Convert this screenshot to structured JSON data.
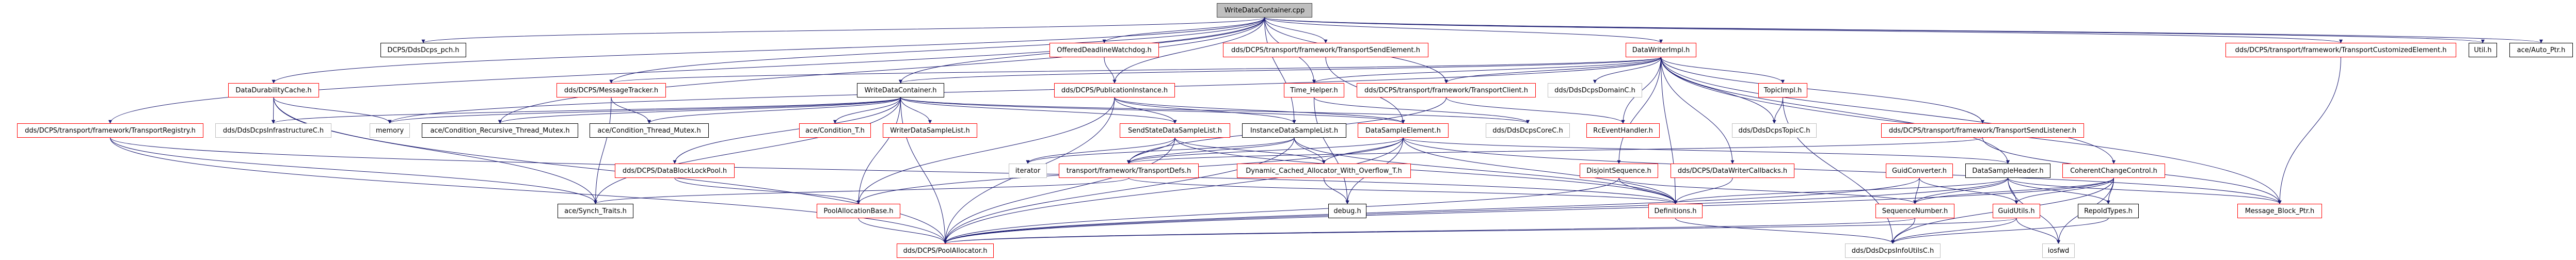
{
  "title": "WriteDataContainer.cpp include dependency graph",
  "colors": {
    "edge": "#191970",
    "red_border": "#ff0000",
    "grey_border": "#bfbfbf",
    "black_border": "#000000",
    "root_fill": "#bfbfbf"
  },
  "nodes": [
    {
      "id": "root",
      "label": "WriteDataContainer.cpp",
      "style": "root"
    },
    {
      "id": "pch",
      "label": "DCPS/DdsDcps_pch.h",
      "style": "black"
    },
    {
      "id": "odw",
      "label": "OfferedDeadlineWatchdog.h",
      "style": "red"
    },
    {
      "id": "tse",
      "label": "dds/DCPS/transport/framework/TransportSendElement.h",
      "style": "red"
    },
    {
      "id": "dwi",
      "label": "DataWriterImpl.h",
      "style": "red"
    },
    {
      "id": "tce",
      "label": "dds/DCPS/transport/framework/TransportCustomizedElement.h",
      "style": "red"
    },
    {
      "id": "util",
      "label": "Util.h",
      "style": "black"
    },
    {
      "id": "autoptr",
      "label": "ace/Auto_Ptr.h",
      "style": "black"
    },
    {
      "id": "ddc",
      "label": "DataDurabilityCache.h",
      "style": "red"
    },
    {
      "id": "mt",
      "label": "dds/DCPS/MessageTracker.h",
      "style": "red"
    },
    {
      "id": "wdch",
      "label": "WriteDataContainer.h",
      "style": "black"
    },
    {
      "id": "pi",
      "label": "dds/DCPS/PublicationInstance.h",
      "style": "red"
    },
    {
      "id": "th",
      "label": "Time_Helper.h",
      "style": "red"
    },
    {
      "id": "tc",
      "label": "dds/DCPS/transport/framework/TransportClient.h",
      "style": "red"
    },
    {
      "id": "domc",
      "label": "dds/DdsDcpsDomainC.h",
      "style": "grey"
    },
    {
      "id": "ti",
      "label": "TopicImpl.h",
      "style": "red"
    },
    {
      "id": "treg",
      "label": "dds/DCPS/transport/framework/TransportRegistry.h",
      "style": "red"
    },
    {
      "id": "infc",
      "label": "dds/DdsDcpsInfrastructureC.h",
      "style": "grey"
    },
    {
      "id": "mem",
      "label": "memory",
      "style": "grey"
    },
    {
      "id": "crtm",
      "label": "ace/Condition_Recursive_Thread_Mutex.h",
      "style": "black"
    },
    {
      "id": "ctm",
      "label": "ace/Condition_Thread_Mutex.h",
      "style": "black"
    },
    {
      "id": "ct",
      "label": "ace/Condition_T.h",
      "style": "red"
    },
    {
      "id": "wdsl",
      "label": "WriterDataSampleList.h",
      "style": "red"
    },
    {
      "id": "ssdsl",
      "label": "SendStateDataSampleList.h",
      "style": "red"
    },
    {
      "id": "idsl",
      "label": "InstanceDataSampleList.h",
      "style": "black"
    },
    {
      "id": "dse",
      "label": "DataSampleElement.h",
      "style": "red"
    },
    {
      "id": "corec",
      "label": "dds/DdsDcpsCoreC.h",
      "style": "grey"
    },
    {
      "id": "rceh",
      "label": "RcEventHandler.h",
      "style": "red"
    },
    {
      "id": "topicc",
      "label": "dds/DdsDcpsTopicC.h",
      "style": "grey"
    },
    {
      "id": "tsl",
      "label": "dds/DCPS/transport/framework/TransportSendListener.h",
      "style": "red"
    },
    {
      "id": "dblp",
      "label": "dds/DCPS/DataBlockLockPool.h",
      "style": "red"
    },
    {
      "id": "iter",
      "label": "iterator",
      "style": "grey"
    },
    {
      "id": "tdefs",
      "label": "transport/framework/TransportDefs.h",
      "style": "red"
    },
    {
      "id": "dcao",
      "label": "Dynamic_Cached_Allocator_With_Overflow_T.h",
      "style": "red"
    },
    {
      "id": "djs",
      "label": "DisjointSequence.h",
      "style": "red"
    },
    {
      "id": "dwcb",
      "label": "dds/DCPS/DataWriterCallbacks.h",
      "style": "red"
    },
    {
      "id": "gconv",
      "label": "GuidConverter.h",
      "style": "red"
    },
    {
      "id": "dsh",
      "label": "DataSampleHeader.h",
      "style": "black"
    },
    {
      "id": "ccc",
      "label": "CoherentChangeControl.h",
      "style": "red"
    },
    {
      "id": "synch",
      "label": "ace/Synch_Traits.h",
      "style": "black"
    },
    {
      "id": "pab",
      "label": "PoolAllocationBase.h",
      "style": "red"
    },
    {
      "id": "debug",
      "label": "debug.h",
      "style": "black"
    },
    {
      "id": "defs",
      "label": "Definitions.h",
      "style": "red"
    },
    {
      "id": "seqn",
      "label": "SequenceNumber.h",
      "style": "red"
    },
    {
      "id": "gutils",
      "label": "GuidUtils.h",
      "style": "red"
    },
    {
      "id": "rit",
      "label": "RepoIdTypes.h",
      "style": "black"
    },
    {
      "id": "mbp",
      "label": "Message_Block_Ptr.h",
      "style": "red"
    },
    {
      "id": "pa",
      "label": "dds/DCPS/PoolAllocator.h",
      "style": "red"
    },
    {
      "id": "infou",
      "label": "dds/DdsDcpsInfoUtilsC.h",
      "style": "grey"
    },
    {
      "id": "iosfwd",
      "label": "iosfwd",
      "style": "grey"
    }
  ],
  "edges": [
    [
      "root",
      "pch"
    ],
    [
      "root",
      "odw"
    ],
    [
      "root",
      "tse"
    ],
    [
      "root",
      "dwi"
    ],
    [
      "root",
      "tce"
    ],
    [
      "root",
      "util"
    ],
    [
      "root",
      "autoptr"
    ],
    [
      "root",
      "ddc"
    ],
    [
      "root",
      "mt"
    ],
    [
      "root",
      "wdch"
    ],
    [
      "root",
      "pi"
    ],
    [
      "root",
      "th"
    ],
    [
      "root",
      "treg"
    ],
    [
      "root",
      "crtm"
    ],
    [
      "root",
      "idsl"
    ],
    [
      "root",
      "tc"
    ],
    [
      "odw",
      "pi"
    ],
    [
      "tse",
      "dse"
    ],
    [
      "dwi",
      "tc"
    ],
    [
      "dwi",
      "domc"
    ],
    [
      "dwi",
      "ti"
    ],
    [
      "dwi",
      "rceh"
    ],
    [
      "dwi",
      "topicc"
    ],
    [
      "dwi",
      "tsl"
    ],
    [
      "dwi",
      "dwcb"
    ],
    [
      "dwi",
      "mt"
    ],
    [
      "dwi",
      "wdch"
    ],
    [
      "dwi",
      "th"
    ],
    [
      "dwi",
      "defs"
    ],
    [
      "dwi",
      "dsh"
    ],
    [
      "dwi",
      "ccc"
    ],
    [
      "dwi",
      "mbp"
    ],
    [
      "dwi",
      "djs"
    ],
    [
      "dwi",
      "mem"
    ],
    [
      "tce",
      "mbp"
    ],
    [
      "ddc",
      "infc"
    ],
    [
      "ddc",
      "mem"
    ],
    [
      "ddc",
      "synch"
    ],
    [
      "ddc",
      "pa"
    ],
    [
      "mt",
      "ctm"
    ],
    [
      "mt",
      "synch"
    ],
    [
      "wdch",
      "ct"
    ],
    [
      "wdch",
      "wdsl"
    ],
    [
      "wdch",
      "mem"
    ],
    [
      "wdch",
      "crtm"
    ],
    [
      "wdch",
      "ctm"
    ],
    [
      "wdch",
      "infc"
    ],
    [
      "wdch",
      "pab"
    ],
    [
      "wdch",
      "pa"
    ],
    [
      "wdch",
      "synch"
    ],
    [
      "wdch",
      "dse"
    ],
    [
      "wdch",
      "ssdsl"
    ],
    [
      "wdch",
      "corec"
    ],
    [
      "wdch",
      "dblp"
    ],
    [
      "pi",
      "idsl"
    ],
    [
      "pi",
      "dse"
    ],
    [
      "pi",
      "ssdsl"
    ],
    [
      "pi",
      "pab"
    ],
    [
      "pi",
      "pa"
    ],
    [
      "th",
      "debug"
    ],
    [
      "th",
      "corec"
    ],
    [
      "tc",
      "rceh"
    ],
    [
      "tc",
      "tdefs"
    ],
    [
      "ti",
      "topicc"
    ],
    [
      "ti",
      "infou"
    ],
    [
      "treg",
      "synch"
    ],
    [
      "treg",
      "pa"
    ],
    [
      "treg",
      "defs"
    ],
    [
      "dblp",
      "pab"
    ],
    [
      "ssdsl",
      "iter"
    ],
    [
      "ssdsl",
      "tdefs"
    ],
    [
      "ssdsl",
      "dcao"
    ],
    [
      "ssdsl",
      "pa"
    ],
    [
      "ssdsl",
      "defs"
    ],
    [
      "idsl",
      "tdefs"
    ],
    [
      "idsl",
      "dcao"
    ],
    [
      "idsl",
      "iter"
    ],
    [
      "idsl",
      "defs"
    ],
    [
      "idsl",
      "pa"
    ],
    [
      "dse",
      "dcao"
    ],
    [
      "dse",
      "tdefs"
    ],
    [
      "dse",
      "debug"
    ],
    [
      "dse",
      "defs"
    ],
    [
      "dse",
      "dsh"
    ],
    [
      "dse",
      "pa"
    ],
    [
      "dse",
      "mbp"
    ],
    [
      "dse",
      "pab"
    ],
    [
      "dcao",
      "debug"
    ],
    [
      "tsl",
      "tdefs"
    ],
    [
      "tsl",
      "mbp"
    ],
    [
      "djs",
      "defs"
    ],
    [
      "djs",
      "seqn"
    ],
    [
      "djs",
      "pa"
    ],
    [
      "dwcb",
      "defs"
    ],
    [
      "gconv",
      "gutils"
    ],
    [
      "gconv",
      "seqn"
    ],
    [
      "gconv",
      "pa"
    ],
    [
      "dsh",
      "gutils"
    ],
    [
      "dsh",
      "rit"
    ],
    [
      "dsh",
      "seqn"
    ],
    [
      "dsh",
      "mbp"
    ],
    [
      "dsh",
      "iosfwd"
    ],
    [
      "dsh",
      "pa"
    ],
    [
      "dsh",
      "defs"
    ],
    [
      "ccc",
      "gutils"
    ],
    [
      "ccc",
      "rit"
    ],
    [
      "ccc",
      "seqn"
    ],
    [
      "ccc",
      "infou"
    ],
    [
      "ccc",
      "iosfwd"
    ],
    [
      "ccc",
      "pa"
    ],
    [
      "tdefs",
      "synch"
    ],
    [
      "tdefs",
      "defs"
    ],
    [
      "seqn",
      "infou"
    ],
    [
      "seqn",
      "pa"
    ],
    [
      "gutils",
      "infou"
    ],
    [
      "gutils",
      "iosfwd"
    ],
    [
      "gutils",
      "pa"
    ],
    [
      "rit",
      "infou"
    ],
    [
      "pab",
      "pa"
    ],
    [
      "defs",
      "infou"
    ]
  ]
}
